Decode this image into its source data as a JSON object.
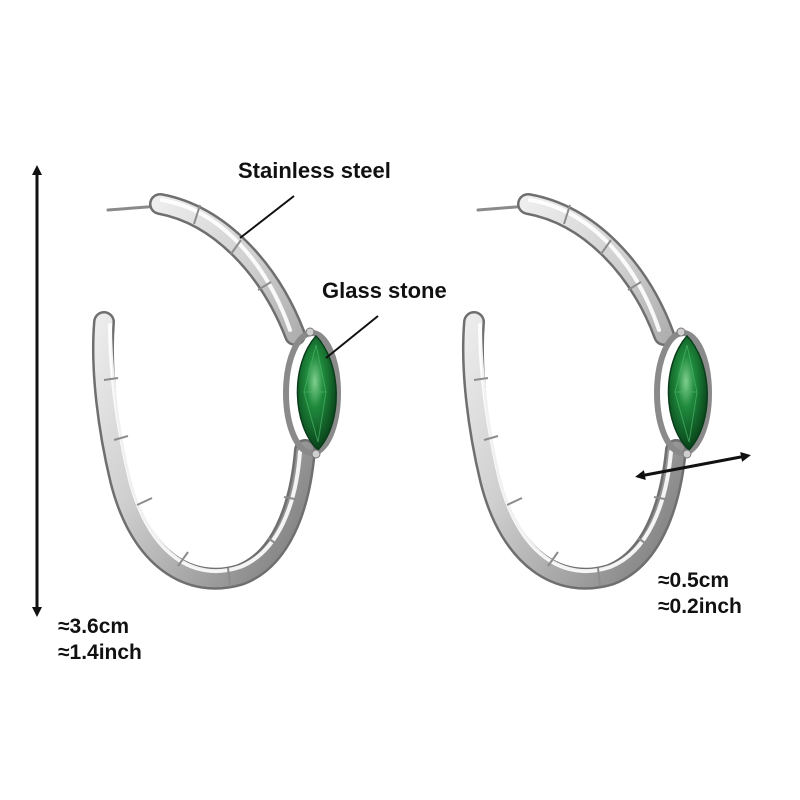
{
  "labels": {
    "material": "Stainless steel",
    "stone": "Glass stone"
  },
  "dimensions": {
    "height_cm": "≈3.6cm",
    "height_inch": "≈1.4inch",
    "width_cm": "≈0.5cm",
    "width_inch": "≈0.2inch"
  },
  "colors": {
    "background": "#ffffff",
    "metal_light": "#f4f4f4",
    "metal_mid": "#b9b9b9",
    "metal_dark": "#6f6f6f",
    "stone_dark": "#0b4a22",
    "stone_mid": "#1f8a3c",
    "stone_light": "#7fd08e",
    "annotation": "#111111"
  }
}
